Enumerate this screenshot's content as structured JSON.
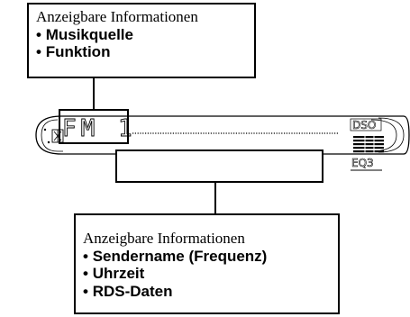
{
  "top_callout": {
    "heading": "Anzeigbare Informationen",
    "items": [
      "Musikquelle",
      "Funktion"
    ]
  },
  "bottom_callout": {
    "heading": "Anzeigbare Informationen",
    "items": [
      "Sendername (Frequenz)",
      "Uhrzeit",
      "RDS-Daten"
    ]
  },
  "display": {
    "source_text": "FM 1",
    "dso_label": "DSO",
    "eq_label": "EQ3"
  }
}
